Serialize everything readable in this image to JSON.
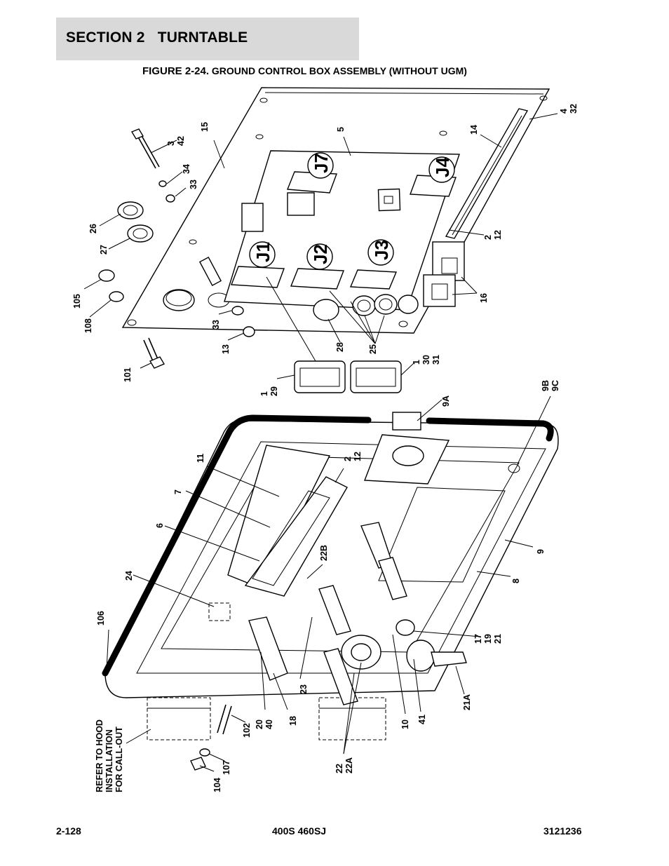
{
  "header": {
    "section": "SECTION 2   TURNTABLE"
  },
  "figure": {
    "number": "FIGURE 2-24.",
    "title": "GROUND CONTROL BOX ASSEMBLY (WITHOUT UGM)"
  },
  "connectors": {
    "j1": "J1",
    "j2": "J2",
    "j3": "J3",
    "j4": "J4",
    "j7": "J7"
  },
  "callouts": {
    "c3_42": [
      "3",
      "42"
    ],
    "c15": "15",
    "c5": "5",
    "c14": "14",
    "c4_32": [
      "4",
      "32"
    ],
    "c34": "34",
    "c33a": "33",
    "c26": "26",
    "c27": "27",
    "c2_12a": [
      "2",
      "12"
    ],
    "c105": "105",
    "c108": "108",
    "c33b": "33",
    "c13": "13",
    "c16": "16",
    "c28": "28",
    "c25": "25",
    "c101": "101",
    "c1_29": [
      "1",
      "29"
    ],
    "c1_30_31": [
      "1",
      "30",
      "31"
    ],
    "c9b_9c": [
      "9B",
      "9C"
    ],
    "c9a": "9A",
    "c11": "11",
    "c2_12b": [
      "2",
      "12"
    ],
    "c7": "7",
    "c6": "6",
    "c24": "24",
    "c22b": "22B",
    "c9": "9",
    "c8": "8",
    "c106": "106",
    "c17_19_21": [
      "17",
      "19",
      "21"
    ],
    "c23": "23",
    "c21a": "21A",
    "c20_40": [
      "20",
      "40"
    ],
    "c18": "18",
    "c10": "10",
    "c41": "41",
    "c102": "102",
    "c22_22a": [
      "22",
      "22A"
    ],
    "c107": "107",
    "c104": "104",
    "refer": [
      "REFER TO HOOD",
      "INSTALLATION",
      "FOR CALL-OUT"
    ]
  },
  "footer": {
    "page": "2-128",
    "model": "400S 460SJ",
    "doc_number": "3121236"
  }
}
